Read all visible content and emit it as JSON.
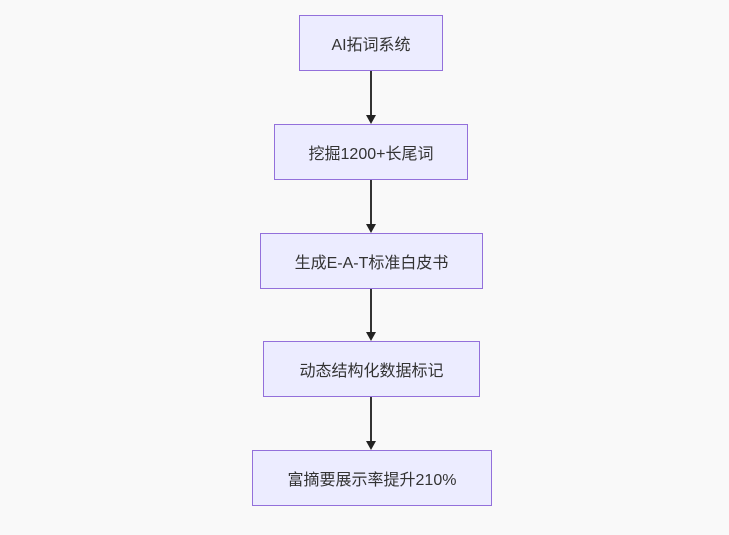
{
  "diagram": {
    "type": "flowchart",
    "direction": "top-down",
    "nodes": [
      {
        "id": "n1",
        "label": "AI拓词系统"
      },
      {
        "id": "n2",
        "label": "挖掘1200+长尾词"
      },
      {
        "id": "n3",
        "label": "生成E-A-T标准白皮书"
      },
      {
        "id": "n4",
        "label": "动态结构化数据标记"
      },
      {
        "id": "n5",
        "label": "富摘要展示率提升210%"
      }
    ],
    "edges": [
      {
        "from": "n1",
        "to": "n2"
      },
      {
        "from": "n2",
        "to": "n3"
      },
      {
        "from": "n3",
        "to": "n4"
      },
      {
        "from": "n4",
        "to": "n5"
      }
    ],
    "colors": {
      "background": "#f9f9f9",
      "node_fill": "#ECECFF",
      "node_border": "#9370DB",
      "edge_line": "#333333",
      "arrowhead": "#222222",
      "text": "#333333"
    }
  }
}
